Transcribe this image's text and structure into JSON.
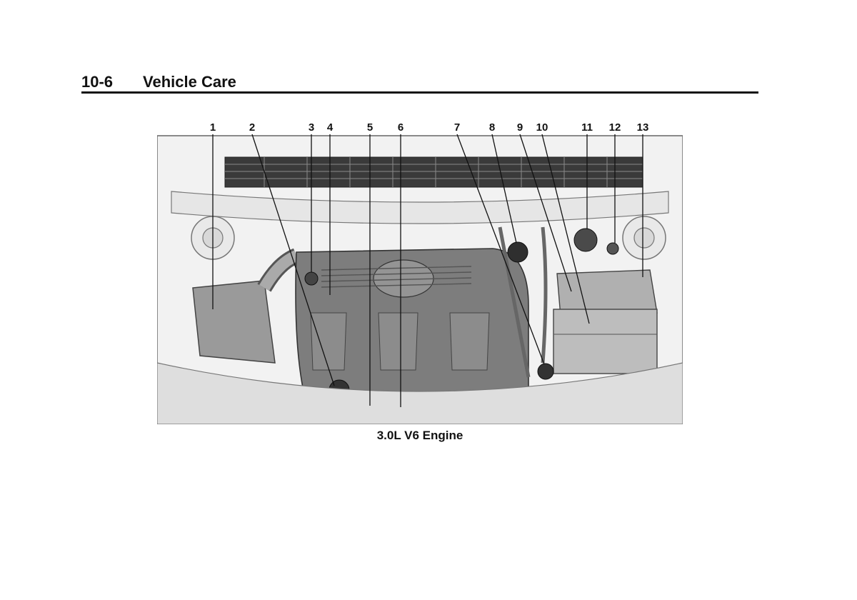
{
  "header": {
    "page_number": "10-6",
    "section_title": "Vehicle Care"
  },
  "figure": {
    "callouts": [
      "1",
      "2",
      "3",
      "4",
      "5",
      "6",
      "7",
      "8",
      "9",
      "10",
      "11",
      "12",
      "13"
    ],
    "caption": "3.0L V6 Engine"
  }
}
